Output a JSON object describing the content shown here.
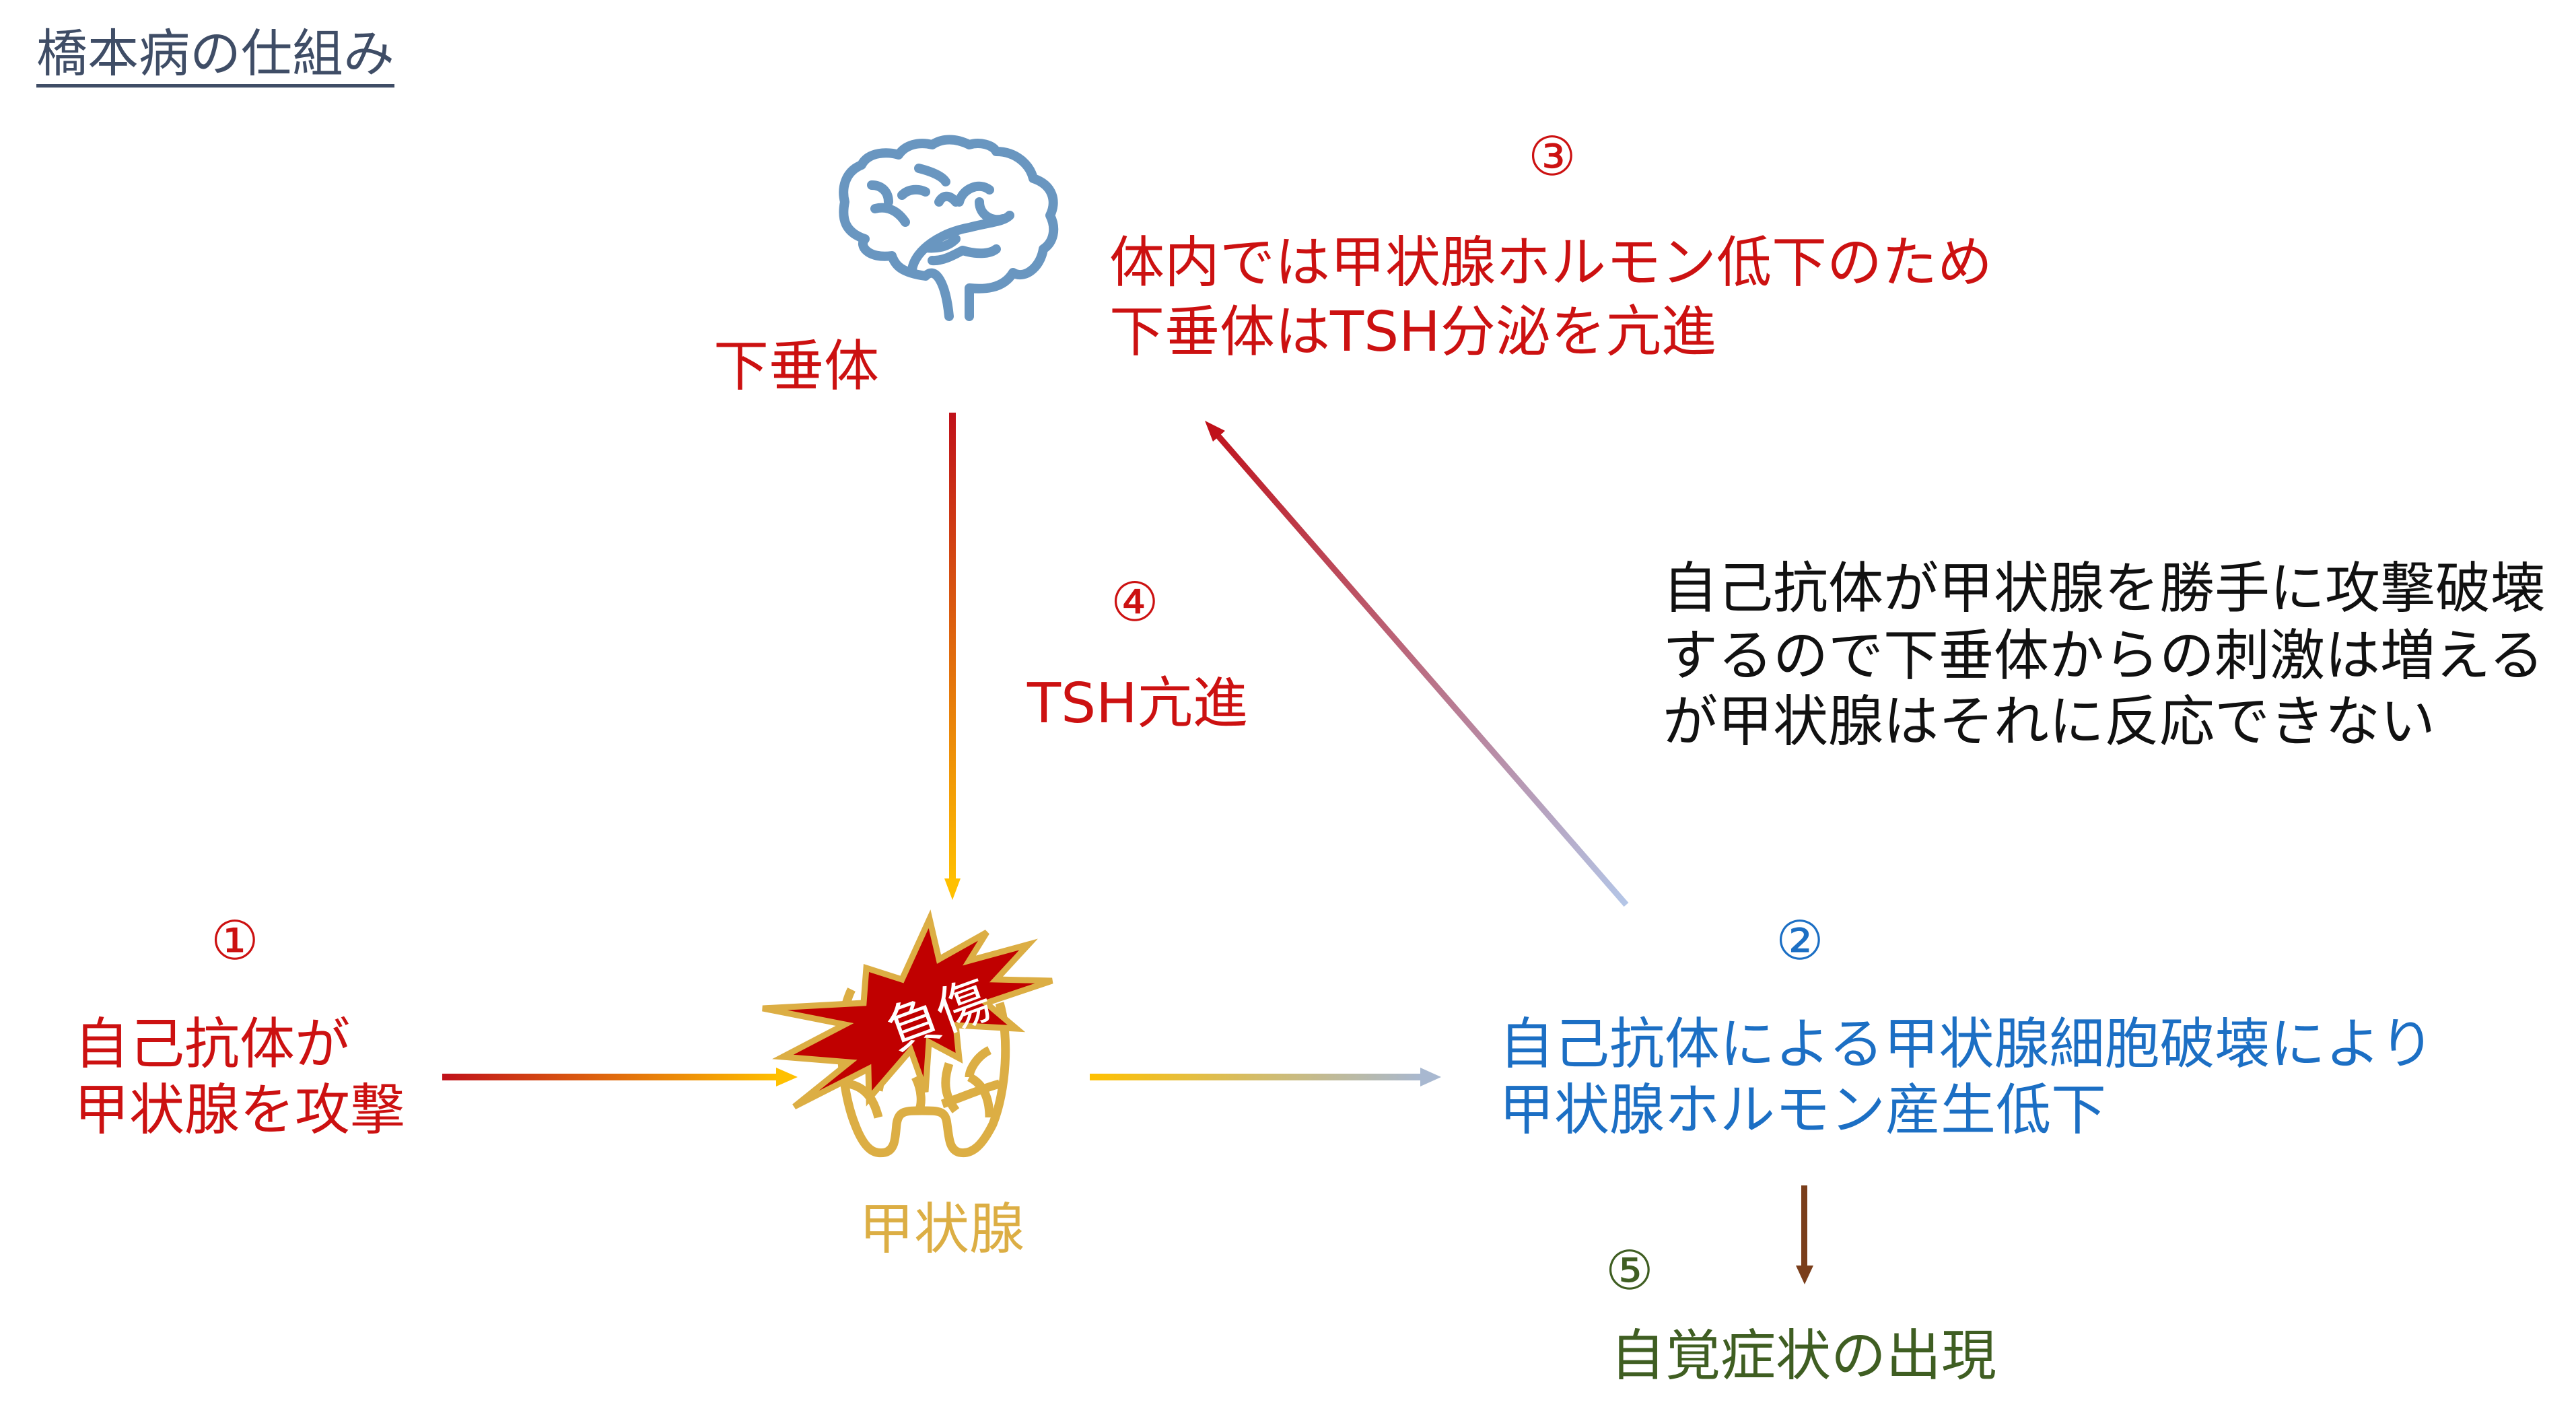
{
  "title": "橋本病の仕組み",
  "nodes": {
    "pituitary": {
      "label": "下垂体",
      "icon": "brain-icon"
    },
    "thyroid": {
      "label": "甲状腺",
      "icon": "thyroid-icon",
      "burst_label": "負傷"
    }
  },
  "steps": [
    {
      "num": "①",
      "lines": [
        "自己抗体が",
        "甲状腺を攻撃"
      ],
      "color": "#cc1111"
    },
    {
      "num": "②",
      "lines": [
        "自己抗体による甲状腺細胞破壊により",
        "甲状腺ホルモン産生低下"
      ],
      "color": "#1c6fc4"
    },
    {
      "num": "③",
      "lines": [
        "体内では甲状腺ホルモン低下のため",
        "下垂体はTSH分泌を亢進"
      ],
      "color": "#cc1111"
    },
    {
      "num": "④",
      "lines": [
        "TSH亢進"
      ],
      "color": "#cc1111"
    },
    {
      "num": "⑤",
      "lines": [
        "自覚症状の出現"
      ],
      "color": "#3f5e22"
    }
  ],
  "note": [
    "自己抗体が甲状腺を勝手に攻撃破壊",
    "するので下垂体からの刺激は増える",
    "が甲状腺はそれに反応できない"
  ]
}
